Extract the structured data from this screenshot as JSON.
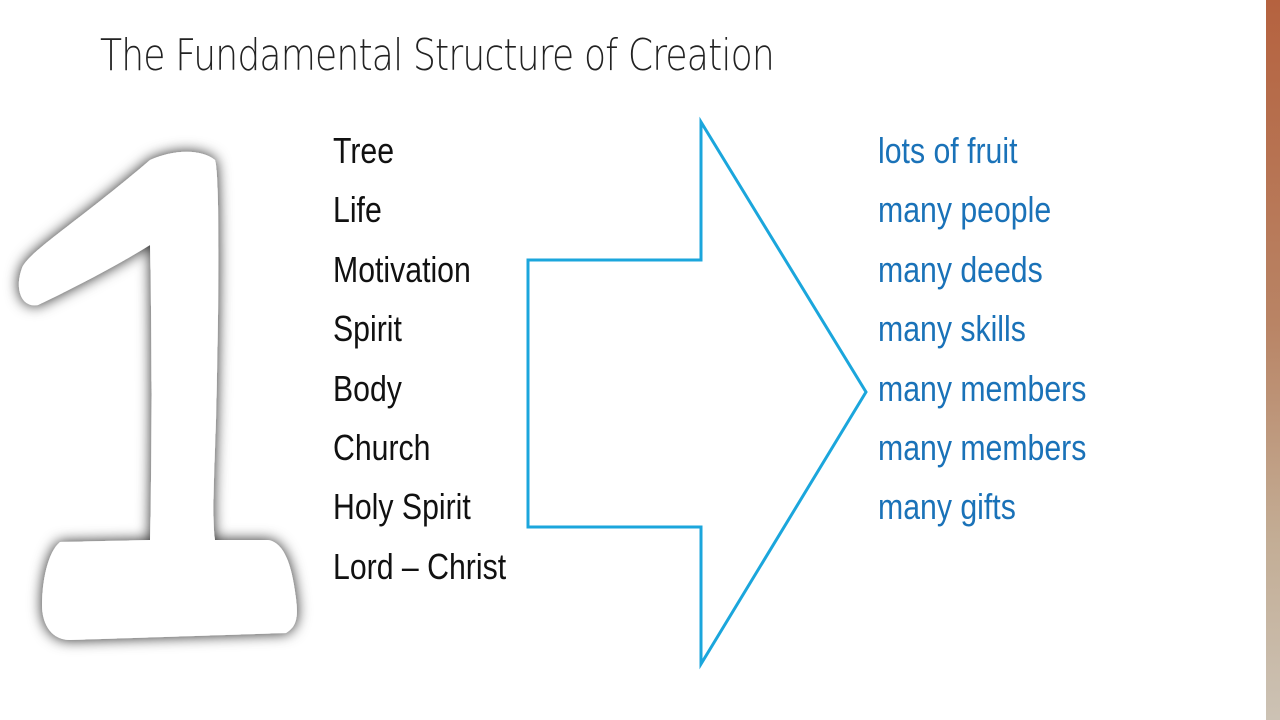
{
  "title": "The Fundamental Structure of Creation",
  "big_numeral": "1",
  "left_items": [
    "Tree",
    "Life",
    "Motivation",
    "Spirit",
    "Body",
    "Church",
    "Holy Spirit",
    "Lord – Christ"
  ],
  "right_items": [
    "lots of fruit",
    "many people",
    "many deeds",
    "many skills",
    "many members",
    "many members",
    "many gifts"
  ],
  "colors": {
    "arrow_stroke": "#1ba6dc",
    "right_text": "#1a72b8",
    "left_text": "#111111",
    "edge_strip": "#b5623f"
  }
}
